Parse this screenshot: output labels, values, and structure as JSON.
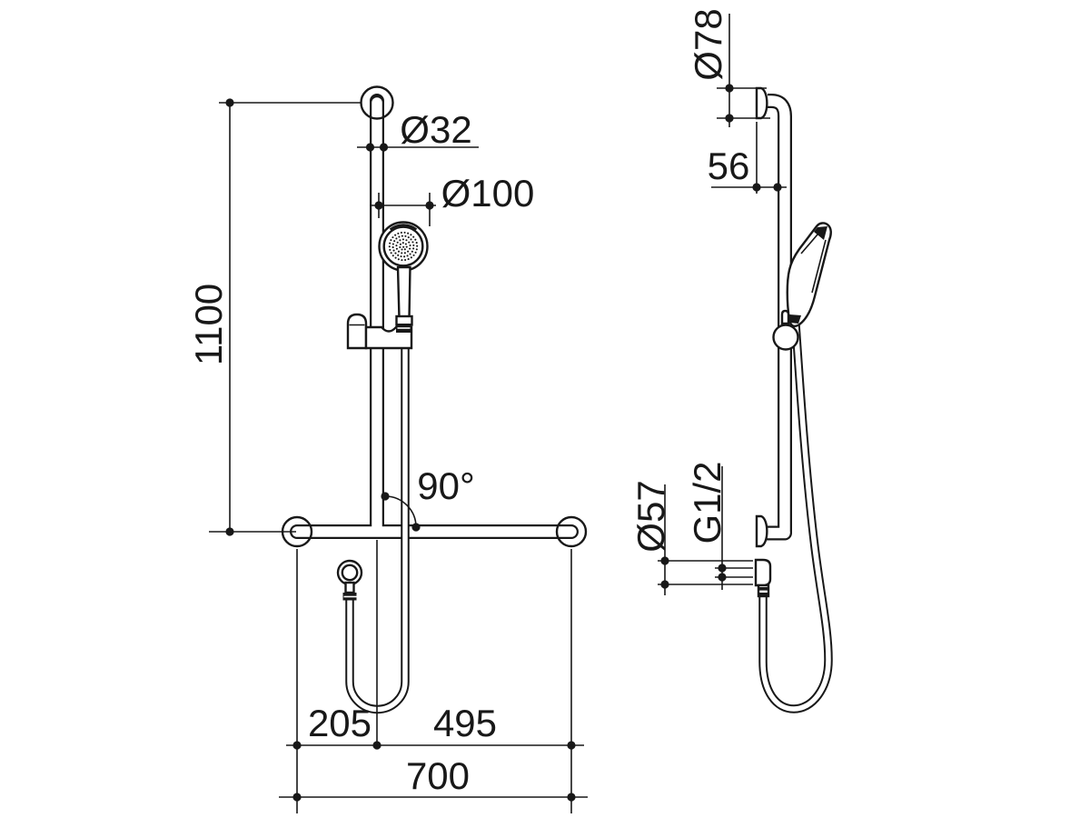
{
  "front_view": {
    "labels": {
      "rail_diameter": "Ø32",
      "head_diameter": "Ø100",
      "height": "1100",
      "angle": "90°",
      "offset_left": "205",
      "offset_right": "495",
      "total_width": "700"
    }
  },
  "side_view": {
    "labels": {
      "flange_diameter": "Ø78",
      "wall_offset": "56",
      "elbow_diameter": "Ø57",
      "thread": "G1/2"
    }
  },
  "style": {
    "ink": "#181818",
    "background": "#ffffff"
  }
}
